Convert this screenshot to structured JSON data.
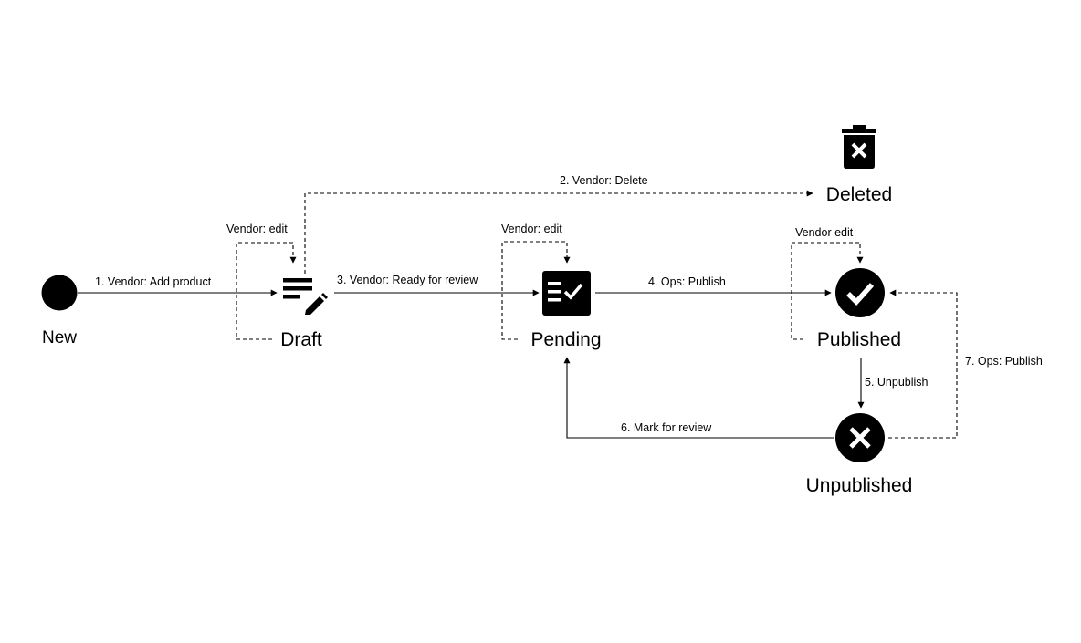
{
  "diagram": {
    "states": {
      "new": "New",
      "draft": "Draft",
      "pending": "Pending",
      "published": "Published",
      "unpublished": "Unpublished",
      "deleted": "Deleted"
    },
    "transitions": {
      "t1": "1. Vendor: Add product",
      "t2": "2. Vendor: Delete",
      "t3": "3. Vendor: Ready for review",
      "t4": "4. Ops: Publish",
      "t5": "5. Unpublish",
      "t6": "6.  Mark for review",
      "t7": "7. Ops: Publish",
      "draft_edit": "Vendor: edit",
      "pending_edit": "Vendor: edit",
      "published_edit": "Vendor edit"
    },
    "icons": {
      "new": "filled-circle-icon",
      "draft": "edit-note-icon",
      "pending": "checklist-icon",
      "published": "check-circle-icon",
      "unpublished": "x-circle-icon",
      "deleted": "trash-x-icon"
    }
  }
}
